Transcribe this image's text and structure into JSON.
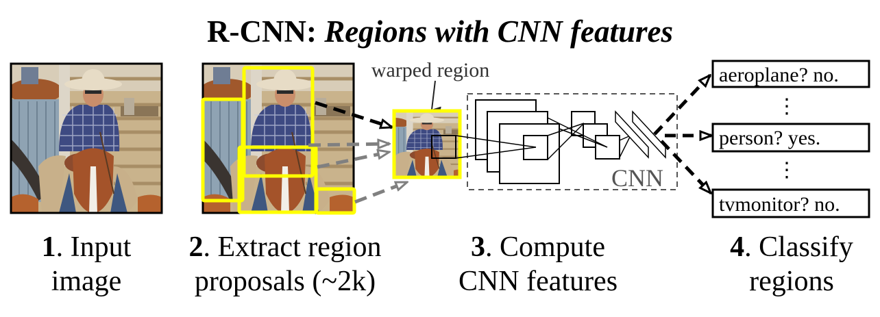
{
  "title": {
    "prefix": "R-CNN:",
    "suffix": "Regions with CNN features"
  },
  "annotations": {
    "warped_region": "warped region",
    "cnn_label": "CNN"
  },
  "classifications": [
    {
      "label": "aeroplane? no."
    },
    {
      "label": "person? yes."
    },
    {
      "label": "tvmonitor? no."
    }
  ],
  "ellipsis": "⋮",
  "steps": [
    {
      "num": "1",
      "line1": ". Input",
      "line2": "image"
    },
    {
      "num": "2",
      "line1": ". Extract region",
      "line2": "proposals (~2k)"
    },
    {
      "num": "3",
      "line1": ". Compute",
      "line2": "CNN features"
    },
    {
      "num": "4",
      "line1": ". Classify",
      "line2": "regions"
    }
  ],
  "colors": {
    "proposal_box": "#ffff00",
    "arrow_primary": "#000000",
    "arrow_secondary": "#808080",
    "cnn_box_border": "#555555",
    "cnn_label": "#555555"
  }
}
